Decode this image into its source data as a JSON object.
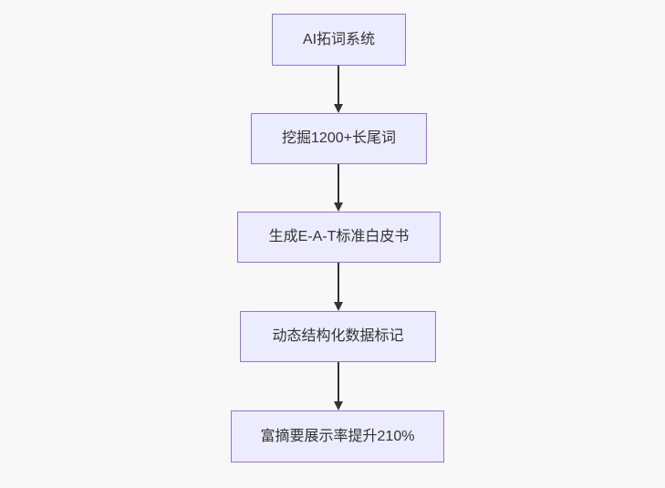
{
  "page": {
    "background_color": "#f8f8f8"
  },
  "diagram": {
    "type": "flowchart",
    "direction": "top-down",
    "style": {
      "node_fill": "#ECECFF",
      "node_border": "#9370DB",
      "node_text_color": "#333333",
      "arrow_color": "#333333"
    },
    "nodes": [
      {
        "id": "n1",
        "label": "AI拓词系统"
      },
      {
        "id": "n2",
        "label": "挖掘1200+长尾词"
      },
      {
        "id": "n3",
        "label": "生成E-A-T标准白皮书"
      },
      {
        "id": "n4",
        "label": "动态结构化数据标记"
      },
      {
        "id": "n5",
        "label": "富摘要展示率提升210%"
      }
    ],
    "edges": [
      {
        "from": "n1",
        "to": "n2"
      },
      {
        "from": "n2",
        "to": "n3"
      },
      {
        "from": "n3",
        "to": "n4"
      },
      {
        "from": "n4",
        "to": "n5"
      }
    ]
  }
}
